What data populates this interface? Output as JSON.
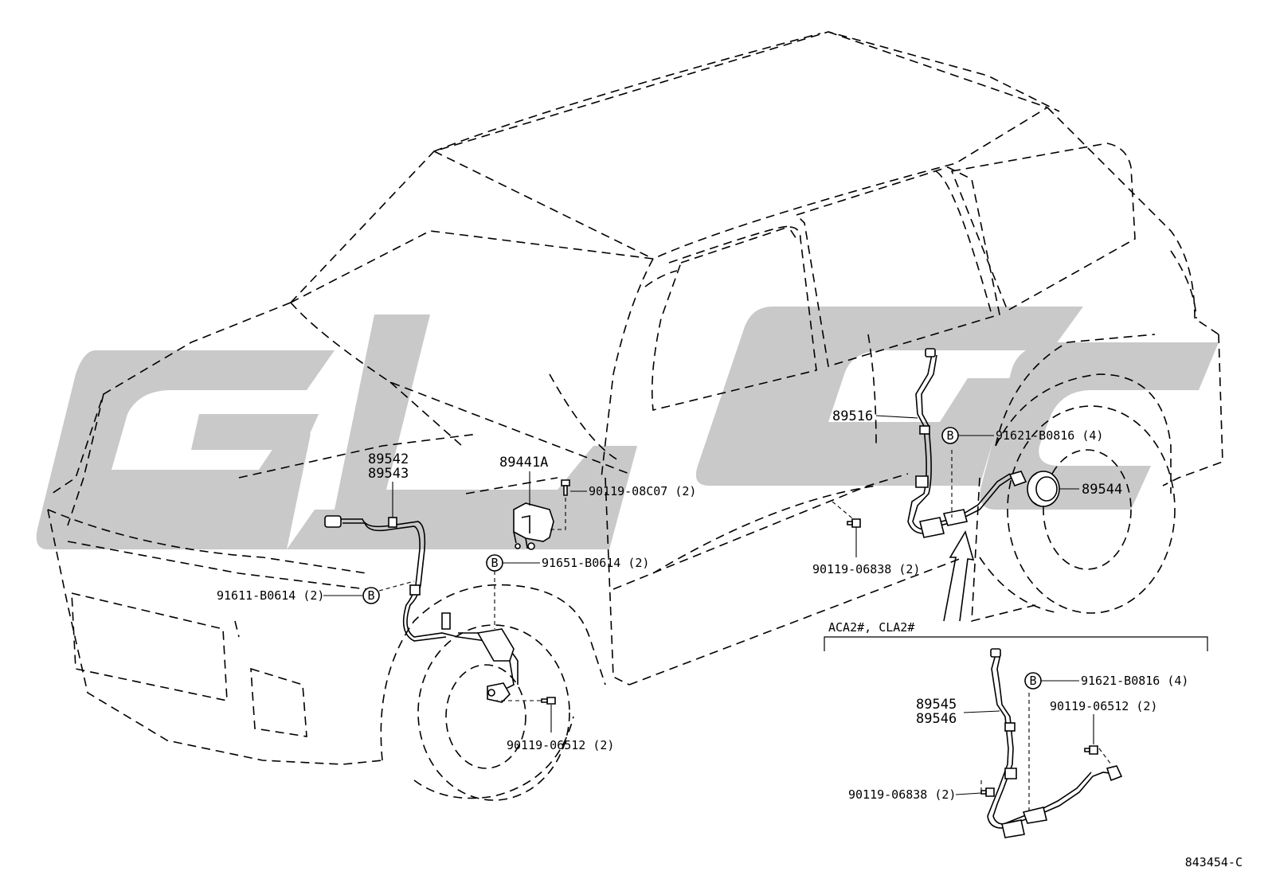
{
  "diagram": {
    "watermark_text": "GLGC",
    "figure_code": "843454-C",
    "variant_caption": "ACA2#, CLA2#",
    "callouts": [
      {
        "id": "c89542",
        "lines": [
          "89542",
          "89543"
        ]
      },
      {
        "id": "c89441A",
        "lines": [
          "89441A"
        ]
      },
      {
        "id": "c9011908C07",
        "lines": [
          "90119-08C07 (2)"
        ]
      },
      {
        "id": "c91651",
        "lines": [
          "91651-B0614 (2)"
        ],
        "badge": "B"
      },
      {
        "id": "c91611",
        "lines": [
          "91611-B0614 (2)"
        ],
        "badge": "B"
      },
      {
        "id": "c9011906512a",
        "lines": [
          "90119-06512 (2)"
        ]
      },
      {
        "id": "c89516",
        "lines": [
          "89516"
        ]
      },
      {
        "id": "c91621a",
        "lines": [
          "91621-B0816 (4)"
        ],
        "badge": "B"
      },
      {
        "id": "c89544",
        "lines": [
          "89544"
        ]
      },
      {
        "id": "c9011906838a",
        "lines": [
          "90119-06838 (2)"
        ]
      },
      {
        "id": "c91621b",
        "lines": [
          "91621-B0816 (4)"
        ],
        "badge": "B"
      },
      {
        "id": "c89545",
        "lines": [
          "89545",
          "89546"
        ]
      },
      {
        "id": "c9011906512b",
        "lines": [
          "90119-06512 (2)"
        ]
      },
      {
        "id": "c9011906838b",
        "lines": [
          "90119-06838 (2)"
        ]
      }
    ]
  }
}
